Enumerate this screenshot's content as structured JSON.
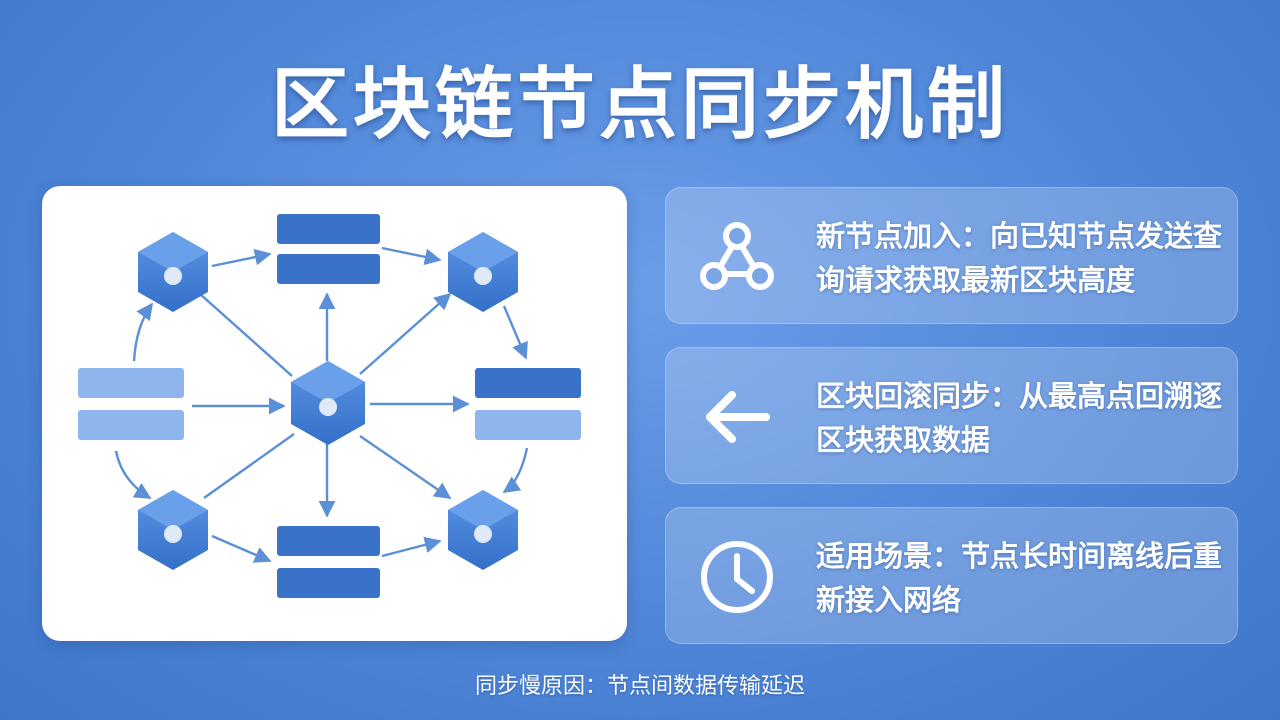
{
  "title": "区块链节点同步机制",
  "cards": [
    {
      "icon": "network-triangle-icon",
      "text": "新节点加入：向已知节点发送查询请求获取最新区块高度"
    },
    {
      "icon": "arrow-left-icon",
      "text": "区块回滚同步：从最高点回溯逐区块获取数据"
    },
    {
      "icon": "clock-icon",
      "text": "适用场景：节点长时间离线后重新接入网络"
    }
  ],
  "footer": "同步慢原因：节点间数据传输延迟",
  "colors": {
    "background": "#4f86d8",
    "node": "#3f7ed8",
    "block_dark": "#3a72c9",
    "block_light": "#8fb6ec",
    "arrow": "#5b8fd6"
  }
}
